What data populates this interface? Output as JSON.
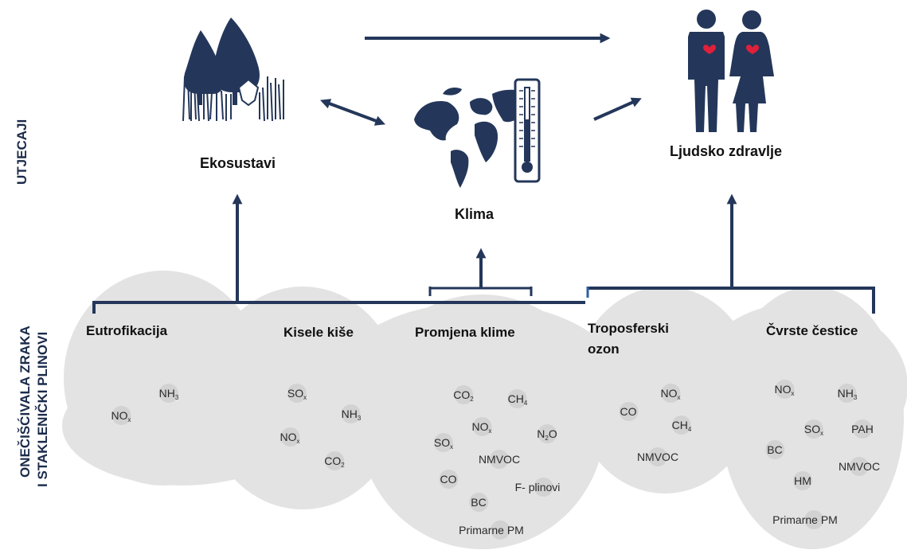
{
  "axis_labels": {
    "impacts": "UTJECAJI",
    "pollutants_line1": "ONEČIŠĆIVALA ZRAKA",
    "pollutants_line2": "I STAKLENIČKI PLINOVI"
  },
  "impacts": {
    "ecosystems": "Ekosustavi",
    "climate": "Klima",
    "human_health": "Ljudsko zdravlje"
  },
  "categories": {
    "eutrophication": "Eutrofikacija",
    "acid_rain": "Kisele kiše",
    "climate_change": "Promjena klime",
    "tropospheric_ozone_line1": "Troposferski",
    "tropospheric_ozone_line2": "ozon",
    "particulate_matter": "Čvrste čestice"
  },
  "pollutants": {
    "eutrophication": [
      {
        "base": "NH",
        "sub": "3"
      },
      {
        "base": "NO",
        "sub": "x"
      }
    ],
    "acid_rain": [
      {
        "base": "SO",
        "sub": "x"
      },
      {
        "base": "NH",
        "sub": "3"
      },
      {
        "base": "NO",
        "sub": "x"
      },
      {
        "base": "CO",
        "sub": "2"
      }
    ],
    "climate_change": [
      {
        "base": "CO",
        "sub": "2"
      },
      {
        "base": "CH",
        "sub": "4"
      },
      {
        "base": "NO",
        "sub": "x"
      },
      {
        "base": "N",
        "sub": "2",
        "tail": "O"
      },
      {
        "base": "SO",
        "sub": "x"
      },
      {
        "base": "NMVOC",
        "sub": ""
      },
      {
        "base": "CO",
        "sub": ""
      },
      {
        "base": "F-  plinovi",
        "sub": ""
      },
      {
        "base": "BC",
        "sub": ""
      },
      {
        "base": "Primarne  PM",
        "sub": ""
      }
    ],
    "tropospheric_ozone": [
      {
        "base": "NO",
        "sub": "x"
      },
      {
        "base": "CO",
        "sub": ""
      },
      {
        "base": "CH",
        "sub": "4"
      },
      {
        "base": "NMVOC",
        "sub": ""
      }
    ],
    "particulate_matter": [
      {
        "base": "NO",
        "sub": "x"
      },
      {
        "base": "NH",
        "sub": "3"
      },
      {
        "base": "SO",
        "sub": "x"
      },
      {
        "base": "PAH",
        "sub": ""
      },
      {
        "base": "BC",
        "sub": ""
      },
      {
        "base": "NMVOC",
        "sub": ""
      },
      {
        "base": "HM",
        "sub": ""
      },
      {
        "base": "Primarne  PM",
        "sub": ""
      }
    ]
  },
  "colors": {
    "arrow": "#24375a",
    "blob": "#e3e3e3",
    "bracket_blue": "#2e5fa6",
    "heart": "#e0203a"
  },
  "icons": [
    "forest-icon",
    "world-map-icon",
    "thermometer-icon",
    "people-icon",
    "heart-icon"
  ]
}
